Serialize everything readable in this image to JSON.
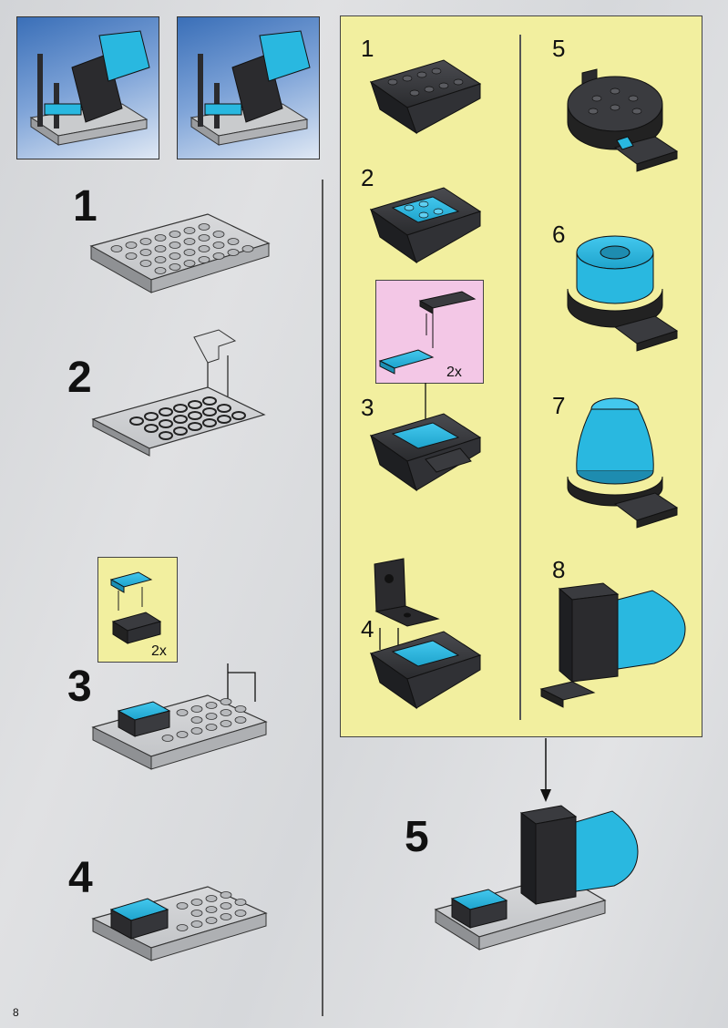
{
  "page": {
    "number": "8"
  },
  "left_steps": [
    {
      "label": "1"
    },
    {
      "label": "2"
    },
    {
      "label": "3"
    },
    {
      "label": "4"
    }
  ],
  "left_step3_callout": {
    "quantity": "2x"
  },
  "sub_steps": [
    {
      "label": "1"
    },
    {
      "label": "2"
    },
    {
      "label": "3"
    },
    {
      "label": "4"
    },
    {
      "label": "5"
    },
    {
      "label": "6"
    },
    {
      "label": "7"
    },
    {
      "label": "8"
    }
  ],
  "sub_step3_callout": {
    "quantity": "2x"
  },
  "final_step": {
    "label": "5"
  },
  "colors": {
    "panel_yellow": "#f2ef9f",
    "callout_pink": "#f3c7e6",
    "brick_blue": "#29b8e0",
    "brick_black": "#2b2b2e",
    "brick_gray": "#c9cbcd"
  }
}
